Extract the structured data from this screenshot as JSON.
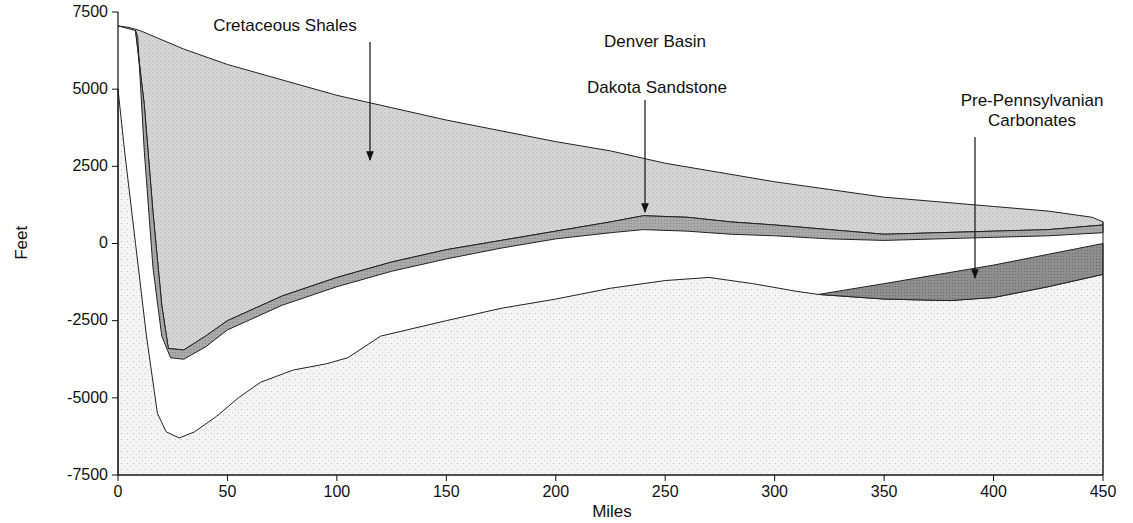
{
  "diagram": {
    "labels": [
      "Cretaceous Shales",
      "Denver Basin",
      "Dakota Sandstone",
      "Pre-Pennsylvanian Carbonates",
      "7500",
      "5000",
      "2500",
      "0",
      "-2500",
      "-5000",
      "-7500",
      "0",
      "50",
      "100",
      "150",
      "200",
      "250",
      "300",
      "350",
      "400",
      "450",
      "Feet",
      "Miles"
    ]
  }
}
